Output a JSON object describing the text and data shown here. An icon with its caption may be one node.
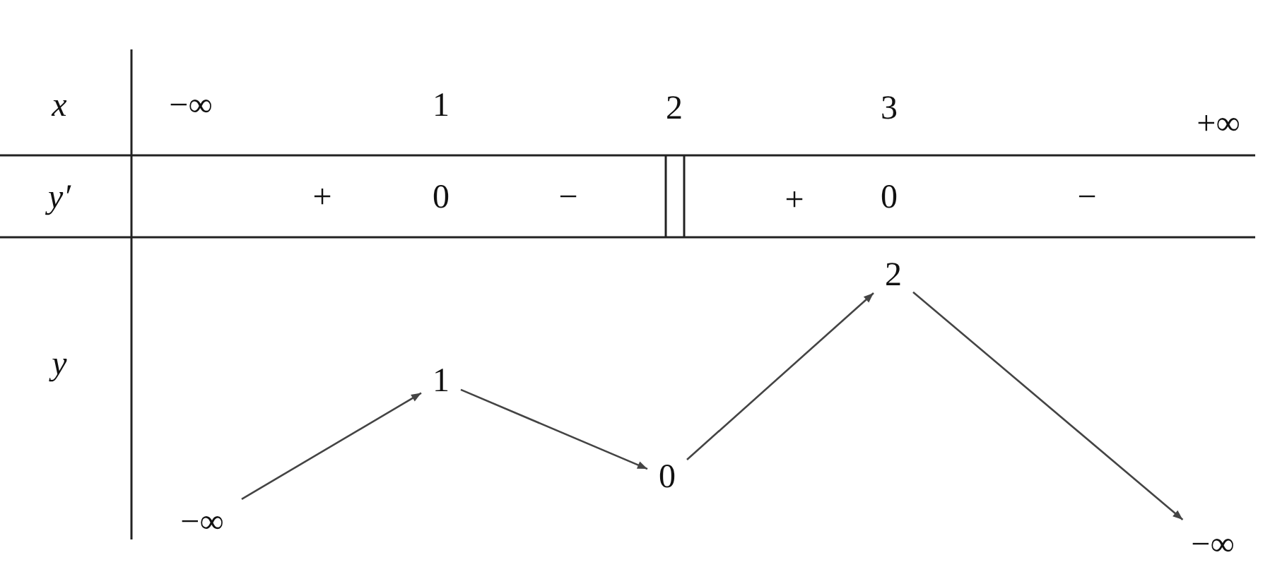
{
  "diagram": {
    "nodes": [
      {
        "text": [
          "−∞"
        ]
      },
      {
        "text": [
          "1"
        ]
      },
      {
        "text": [
          "0"
        ]
      },
      {
        "text": [
          "2"
        ]
      },
      {
        "text": [
          "−∞"
        ]
      }
    ],
    "edges": [
      {
        "from": 0,
        "to": 1,
        "arrow": "to"
      },
      {
        "from": 1,
        "to": 2,
        "arrow": "to"
      },
      {
        "from": 2,
        "to": 3,
        "arrow": "to"
      },
      {
        "from": 3,
        "to": 4,
        "arrow": "to"
      }
    ],
    "labels": [
      "x",
      "−∞",
      "1",
      "2",
      "3",
      "+∞",
      "y′",
      "+",
      "0",
      "−",
      "+",
      "0",
      "−",
      "y"
    ]
  }
}
